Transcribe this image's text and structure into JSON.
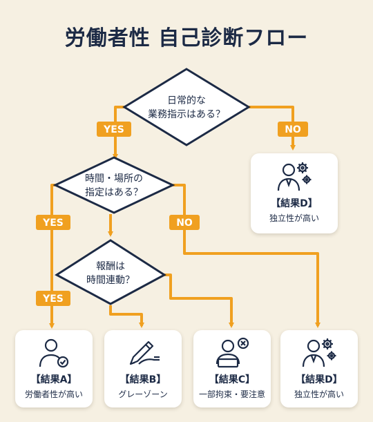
{
  "title": "労働者性 自己診断フロー",
  "decisions": {
    "q1": [
      "日常的な",
      "業務指示はある？"
    ],
    "q2": [
      "時間・場所の",
      "指定はある？"
    ],
    "q3": [
      "報酬は",
      "時間連動？"
    ]
  },
  "branches": {
    "yes": "YES",
    "no": "NO"
  },
  "results": {
    "top_d": {
      "title": "【結果D】",
      "subtitle": "独立性が高い",
      "icon": "person-gears-icon"
    },
    "a": {
      "title": "【結果A】",
      "subtitle": "労働者性が高い",
      "icon": "person-check-icon"
    },
    "b": {
      "title": "【結果B】",
      "subtitle": "グレーゾーン",
      "icon": "pen-hand-icon"
    },
    "c": {
      "title": "【結果C】",
      "subtitle": "一部拘束・要注意",
      "icon": "person-x-icon"
    },
    "d": {
      "title": "【結果D】",
      "subtitle": "独立性が高い",
      "icon": "person-gears-icon"
    }
  },
  "colors": {
    "accent": "#f0a020",
    "navy": "#1c2a45",
    "background": "#f6f0e2"
  }
}
